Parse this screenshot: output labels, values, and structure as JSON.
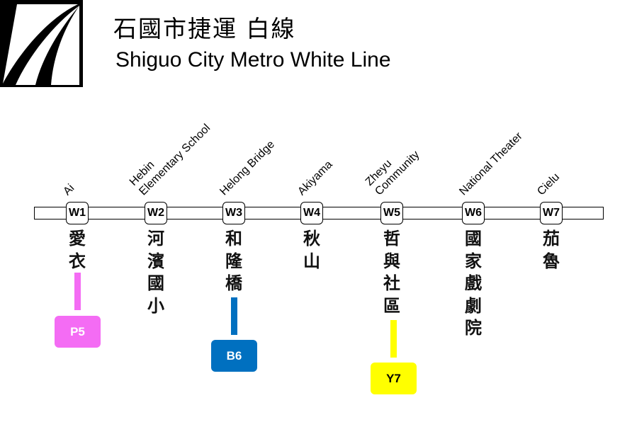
{
  "title_zh": "石國市捷運 白線",
  "title_en": "Shiguo City Metro White Line",
  "line_color": "#ffffff",
  "stations": [
    {
      "code": "W1",
      "en": [
        "Ai"
      ],
      "zh": [
        "愛",
        "衣"
      ]
    },
    {
      "code": "W2",
      "en": [
        "Hebin",
        "Elementary School"
      ],
      "zh": [
        "河",
        "濱",
        "國",
        "小"
      ]
    },
    {
      "code": "W3",
      "en": [
        "Helong Bridge"
      ],
      "zh": [
        "和",
        "隆",
        "橋"
      ]
    },
    {
      "code": "W4",
      "en": [
        "Akiyama"
      ],
      "zh": [
        "秋",
        "山"
      ]
    },
    {
      "code": "W5",
      "en": [
        "Zheyu",
        "Community"
      ],
      "zh": [
        "哲",
        "與",
        "社",
        "區"
      ]
    },
    {
      "code": "W6",
      "en": [
        "National Theater"
      ],
      "zh": [
        "國",
        "家",
        "戲",
        "劇",
        "院"
      ]
    },
    {
      "code": "W7",
      "en": [
        "Cielu"
      ],
      "zh": [
        "茄",
        "魯"
      ]
    }
  ],
  "transfers": [
    {
      "station": "W1",
      "code": "P5",
      "color": "#f46cf4",
      "text_color": "#ffffff"
    },
    {
      "station": "W3",
      "code": "B6",
      "color": "#0070c0",
      "text_color": "#ffffff"
    },
    {
      "station": "W5",
      "code": "Y7",
      "color": "#ffff00",
      "text_color": "#000000"
    }
  ]
}
